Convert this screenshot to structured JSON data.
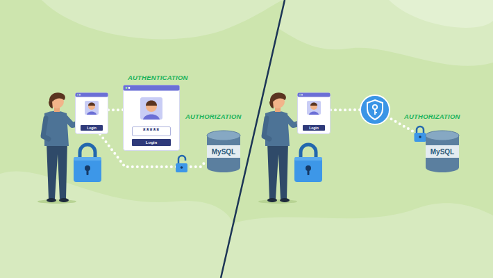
{
  "diagram": {
    "nodes": [
      {
        "text": [
          "Login"
        ]
      },
      {
        "text": [
          "*****",
          "Login"
        ]
      },
      {
        "text": [
          "MySQL"
        ]
      },
      {
        "text": [
          "Login"
        ]
      },
      {
        "text": [
          "MySQL"
        ]
      }
    ],
    "edges": [
      {
        "from": 0,
        "to": 1,
        "arrow": "none"
      },
      {
        "from": 0,
        "to": 2,
        "arrow": "none"
      },
      {
        "from": 3,
        "to": 4,
        "arrow": "none"
      }
    ],
    "labels": [
      "AUTHENTICATION",
      "AUTHORIZATION",
      "AUTHORIZATION"
    ]
  }
}
